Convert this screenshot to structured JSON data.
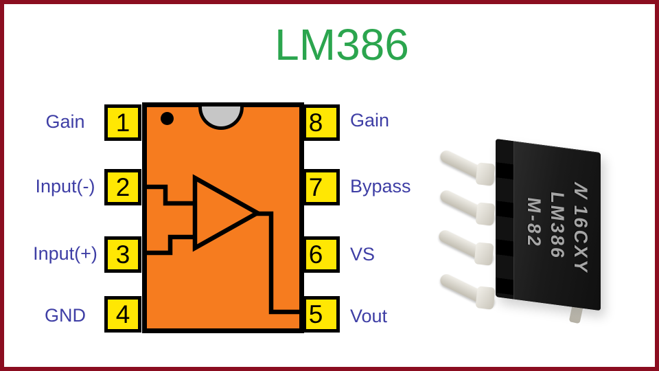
{
  "title": {
    "text": "LM386"
  },
  "colors": {
    "title_green": "#2BA54E",
    "label_blue": "#3E3EA5",
    "chip_orange": "#F67C1F",
    "pin_yellow": "#FFE703",
    "frame_red": "#8B0D20",
    "notch_gray": "#C6C6C6",
    "symbol_black": "#000000"
  },
  "diagram": {
    "left_pins": [
      {
        "number": "1",
        "label": "Gain"
      },
      {
        "number": "2",
        "label": "Input(-)"
      },
      {
        "number": "3",
        "label": "Input(+)"
      },
      {
        "number": "4",
        "label": "GND"
      }
    ],
    "right_pins": [
      {
        "number": "8",
        "label": "Gain"
      },
      {
        "number": "7",
        "label": "Bypass"
      },
      {
        "number": "6",
        "label": "VS"
      },
      {
        "number": "5",
        "label": "Vout"
      }
    ]
  },
  "photo": {
    "logo": "N",
    "line1": "16CXY",
    "line2": "LM386",
    "line3": "M-82"
  }
}
